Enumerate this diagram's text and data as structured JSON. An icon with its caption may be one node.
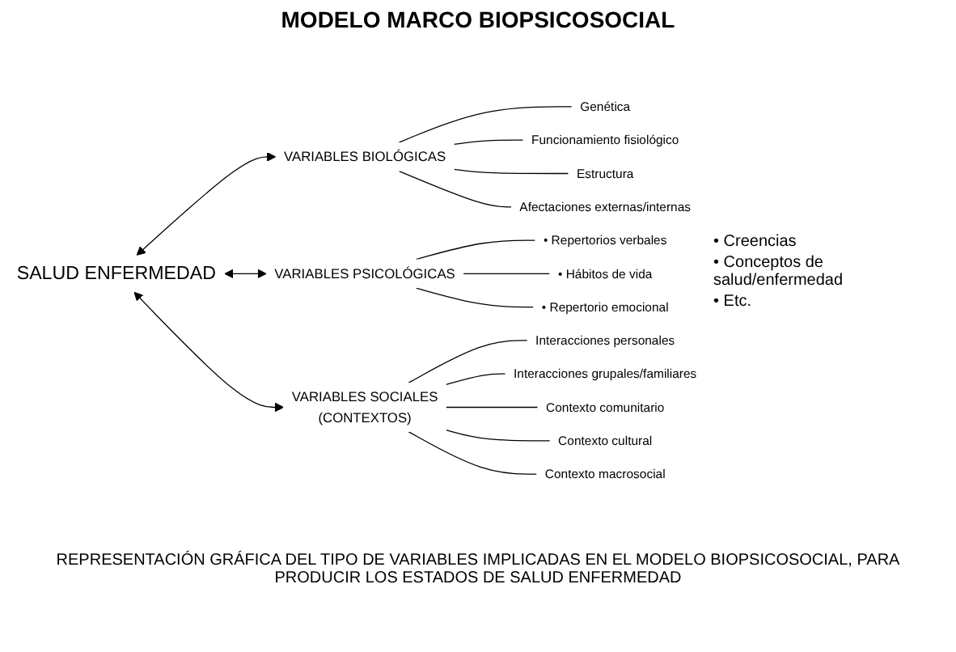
{
  "diagram": {
    "title": "MODELO MARCO BIOPSICOSOCIAL",
    "caption": "REPRESENTACIÓN GRÁFICA DEL TIPO DE VARIABLES IMPLICADAS EN EL MODELO BIOPSICOSOCIAL, PARA PRODUCIR LOS ESTADOS DE SALUD ENFERMEDAD",
    "nodes": [
      {
        "text": [
          "SALUD ENFERMEDAD"
        ]
      },
      {
        "text": [
          "VARIABLES BIOLÓGICAS"
        ]
      },
      {
        "text": [
          "VARIABLES PSICOLÓGICAS"
        ]
      },
      {
        "text": [
          "VARIABLES SOCIALES",
          "(CONTEXTOS)"
        ]
      },
      {
        "text": [
          "Genética"
        ]
      },
      {
        "text": [
          "Funcionamiento fisiológico"
        ]
      },
      {
        "text": [
          "Estructura"
        ]
      },
      {
        "text": [
          "Afectaciones externas/internas"
        ]
      },
      {
        "text": [
          "• Repertorios verbales"
        ]
      },
      {
        "text": [
          "• Hábitos de vida"
        ]
      },
      {
        "text": [
          "• Repertorio emocional"
        ]
      },
      {
        "text": [
          "Interacciones personales"
        ]
      },
      {
        "text": [
          "Interacciones grupales/familiares"
        ]
      },
      {
        "text": [
          "Contexto comunitario"
        ]
      },
      {
        "text": [
          "Contexto cultural"
        ]
      },
      {
        "text": [
          "Contexto macrosocial"
        ]
      }
    ],
    "edges": [
      {
        "from": 0,
        "to": 1,
        "arrow": "both"
      },
      {
        "from": 0,
        "to": 2,
        "arrow": "both"
      },
      {
        "from": 0,
        "to": 3,
        "arrow": "both"
      },
      {
        "from": 1,
        "to": 4,
        "arrow": "none"
      },
      {
        "from": 1,
        "to": 5,
        "arrow": "none"
      },
      {
        "from": 1,
        "to": 6,
        "arrow": "none"
      },
      {
        "from": 1,
        "to": 7,
        "arrow": "none"
      },
      {
        "from": 2,
        "to": 8,
        "arrow": "none"
      },
      {
        "from": 2,
        "to": 9,
        "arrow": "none"
      },
      {
        "from": 2,
        "to": 10,
        "arrow": "none"
      },
      {
        "from": 3,
        "to": 11,
        "arrow": "none"
      },
      {
        "from": 3,
        "to": 12,
        "arrow": "none"
      },
      {
        "from": 3,
        "to": 13,
        "arrow": "none"
      },
      {
        "from": 3,
        "to": 14,
        "arrow": "none"
      },
      {
        "from": 3,
        "to": 15,
        "arrow": "none"
      }
    ],
    "labels": [
      "• Creencias",
      "• Conceptos de salud/enfermedad",
      "• Etc."
    ]
  }
}
